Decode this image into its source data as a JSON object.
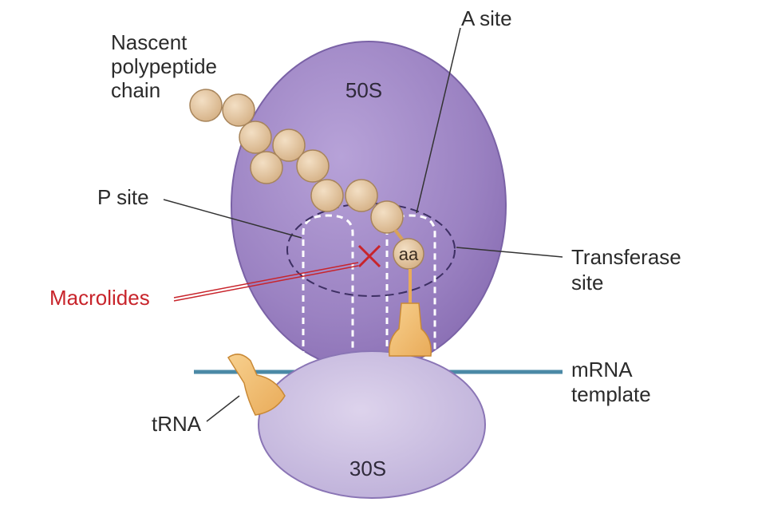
{
  "labels": {
    "nascent": [
      "Nascent",
      "polypeptide",
      "chain"
    ],
    "a_site": "A site",
    "subunit_large": "50S",
    "subunit_small": "30S",
    "p_site": "P site",
    "transferase": [
      "Transferase",
      "site"
    ],
    "macrolides": "Macrolides",
    "mrna": [
      "mRNA",
      "template"
    ],
    "trna": "tRNA",
    "amino_acid": "aa"
  },
  "colors": {
    "large_subunit": "#9f86c4",
    "small_subunit": "#cbbfe0",
    "beads": "#e6c79f",
    "trna": "#f2c076",
    "mrna": "#4b89a6",
    "macrolides": "#c8242b"
  }
}
